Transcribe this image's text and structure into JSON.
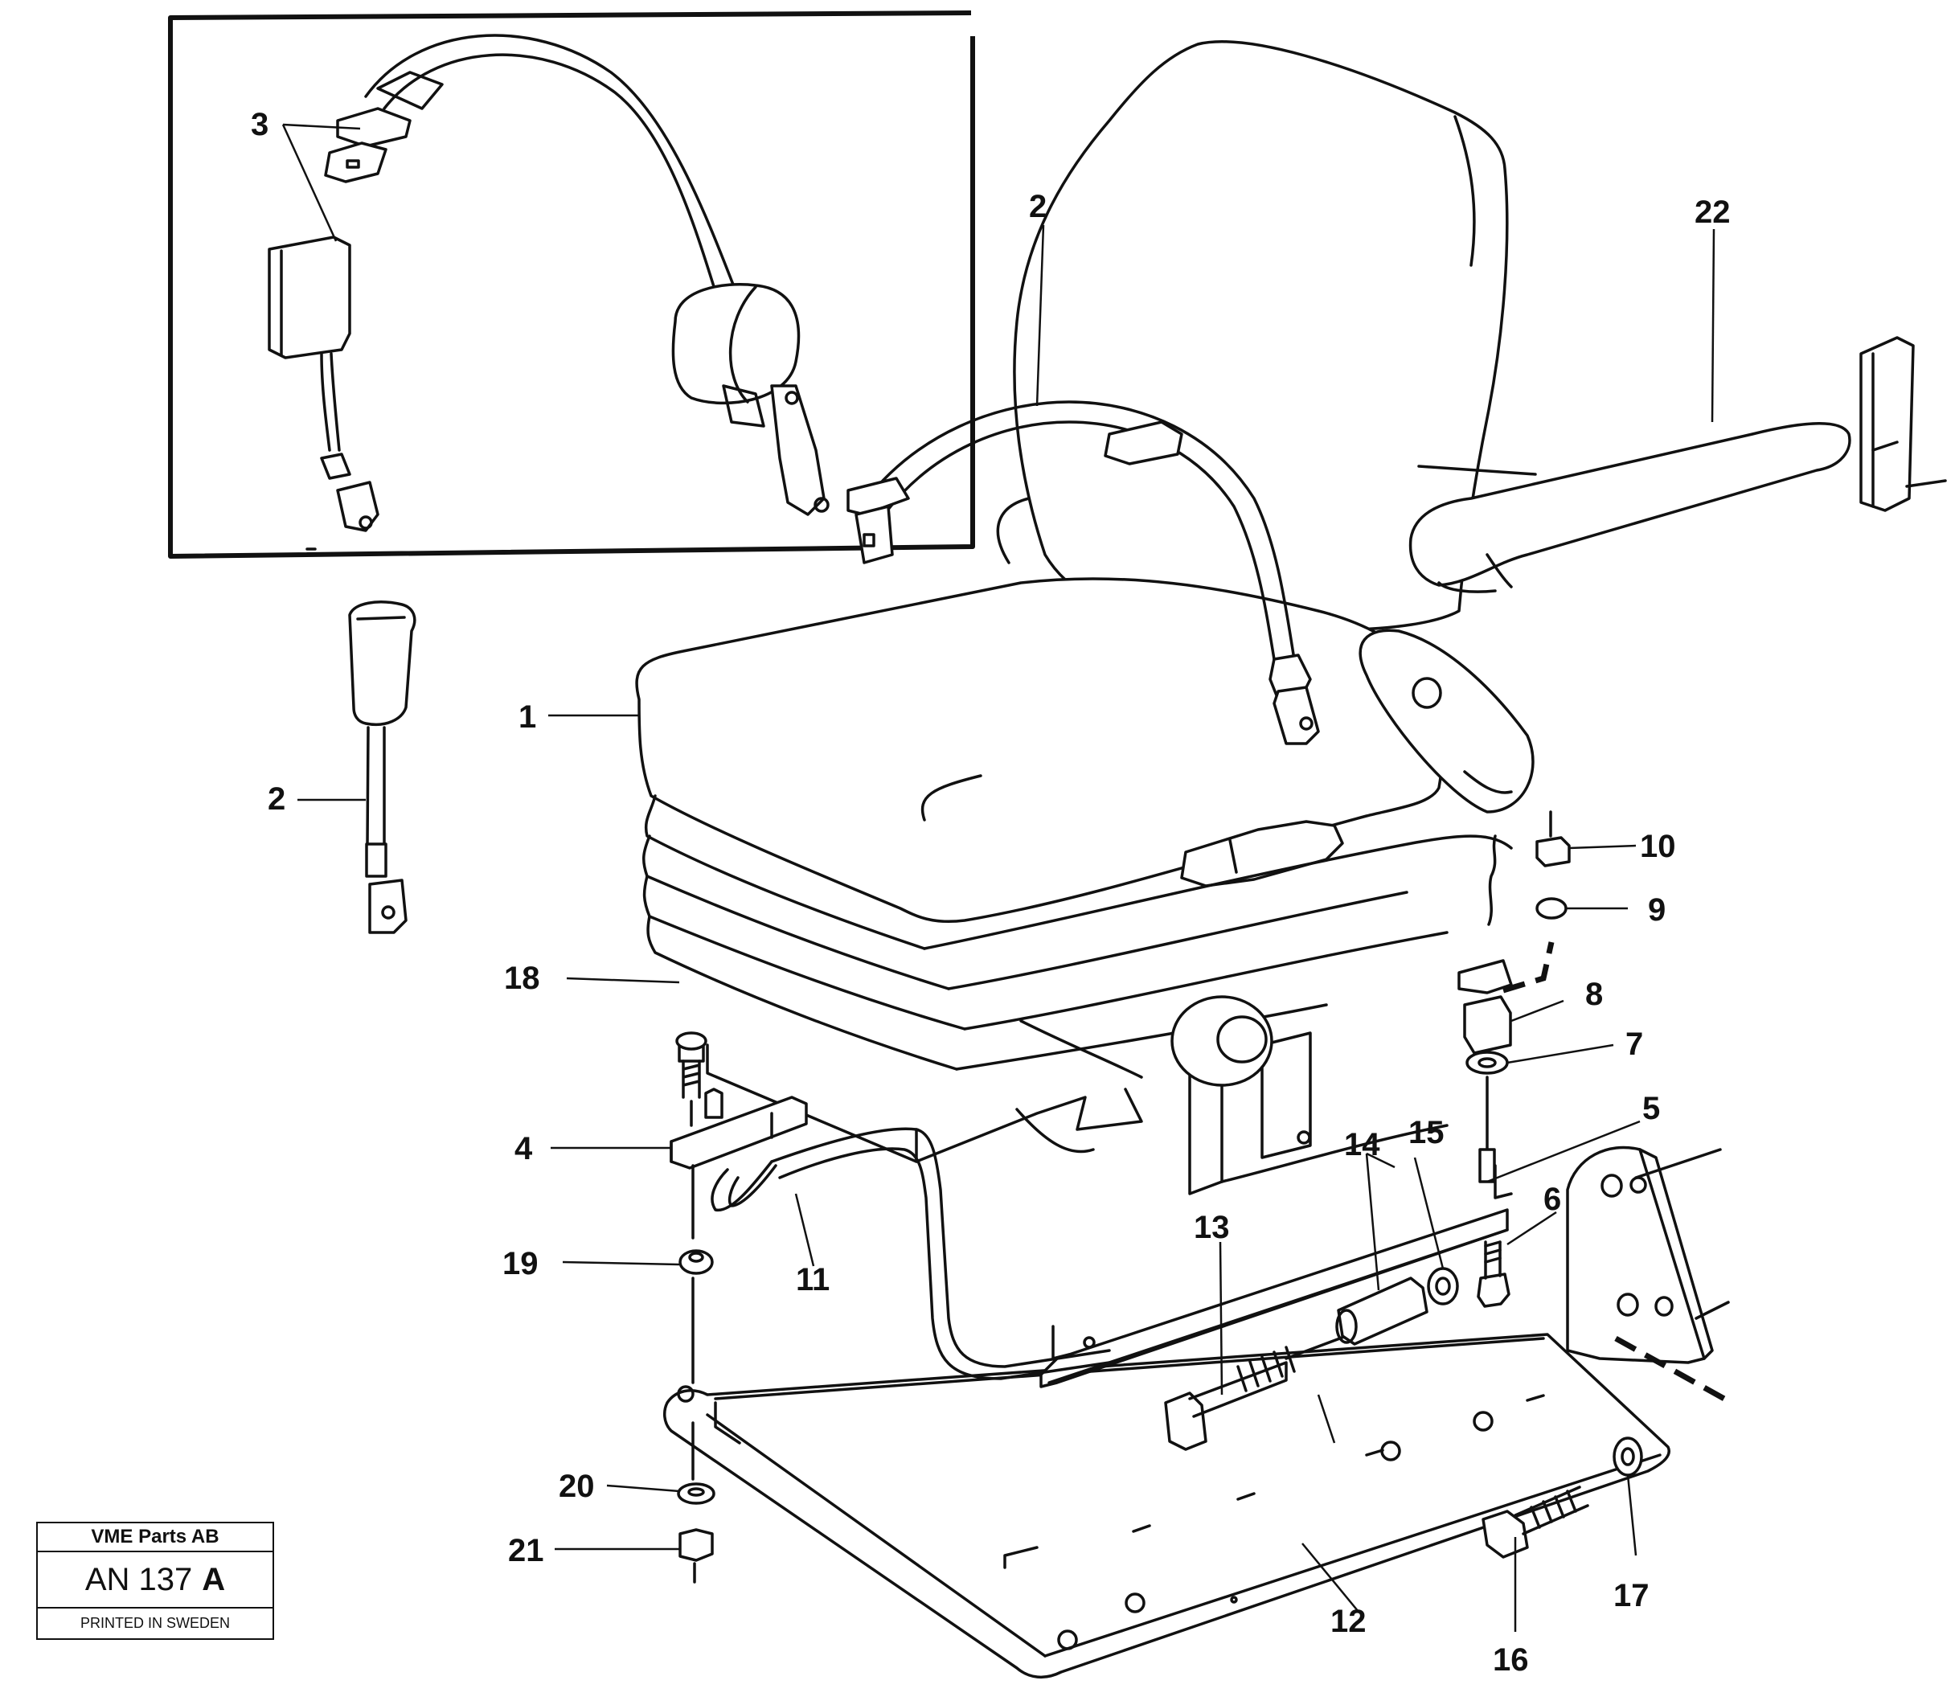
{
  "callouts": [
    {
      "id": "1",
      "label": "1"
    },
    {
      "id": "2a",
      "label": "2"
    },
    {
      "id": "2b",
      "label": "2"
    },
    {
      "id": "3",
      "label": "3"
    },
    {
      "id": "4",
      "label": "4"
    },
    {
      "id": "5",
      "label": "5"
    },
    {
      "id": "6",
      "label": "6"
    },
    {
      "id": "7",
      "label": "7"
    },
    {
      "id": "8",
      "label": "8"
    },
    {
      "id": "9",
      "label": "9"
    },
    {
      "id": "10",
      "label": "10"
    },
    {
      "id": "11",
      "label": "11"
    },
    {
      "id": "12",
      "label": "12"
    },
    {
      "id": "13",
      "label": "13"
    },
    {
      "id": "14",
      "label": "14"
    },
    {
      "id": "15",
      "label": "15"
    },
    {
      "id": "16",
      "label": "16"
    },
    {
      "id": "17",
      "label": "17"
    },
    {
      "id": "18",
      "label": "18"
    },
    {
      "id": "19",
      "label": "19"
    },
    {
      "id": "20",
      "label": "20"
    },
    {
      "id": "21",
      "label": "21"
    },
    {
      "id": "22",
      "label": "22"
    }
  ],
  "stamp": {
    "company": "VME Parts AB",
    "drawing_no": "AN 137",
    "revision": "A",
    "printed": "PRINTED IN SWEDEN"
  }
}
